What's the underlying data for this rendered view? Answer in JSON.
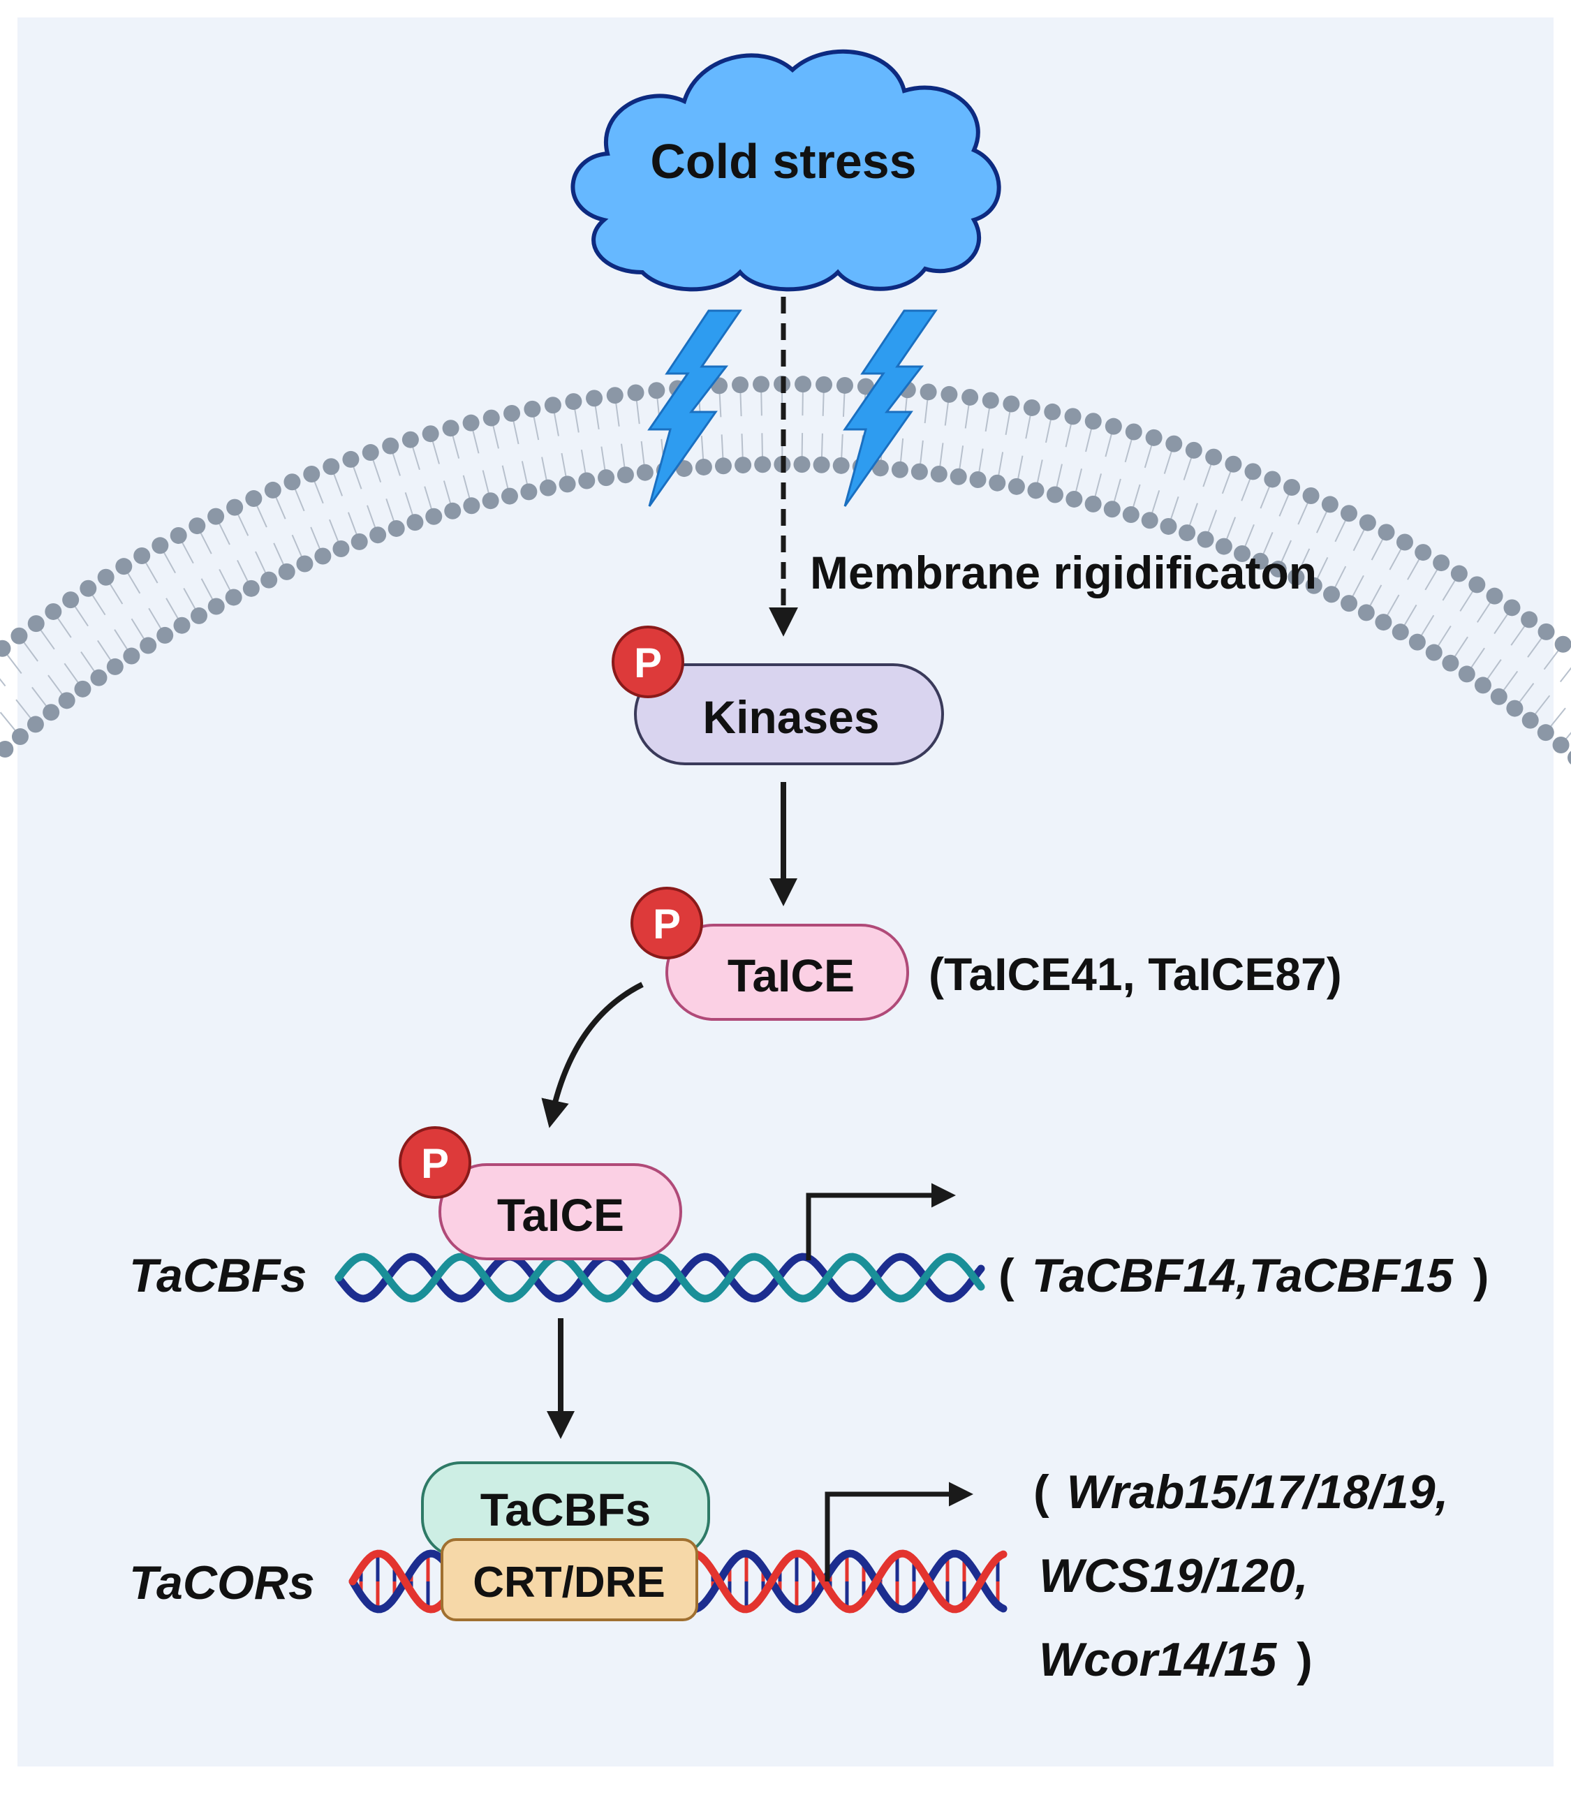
{
  "stimulus": {
    "label": "Cold stress"
  },
  "membrane": {
    "label": "Membrane rigidificaton"
  },
  "phospho": {
    "symbol": "P"
  },
  "kinase": {
    "label": "Kinases"
  },
  "ice1": {
    "label": "TaICE",
    "members": "(TaICE41, TaICE87)"
  },
  "ice2": {
    "label": "TaICE"
  },
  "cbf_gene": {
    "label": "TaCBFs",
    "members": {
      "open": "(",
      "genes": "TaCBF14,TaCBF15",
      "close": ")"
    }
  },
  "cbf_protein": {
    "label": "TaCBFs"
  },
  "cor_gene": {
    "label": "TaCORs",
    "element": "CRT/DRE",
    "members": {
      "open": "(",
      "line1": "Wrab15/17/18/19,",
      "line2": "WCS19/120,",
      "line3": "Wcor14/15",
      "close": ")"
    }
  },
  "colors": {
    "background": "#eef3fa",
    "cloud_fill": "#66b8ff",
    "cloud_stroke": "#0d2a80",
    "bolt": "#2e9cf0",
    "lipid_head": "#8b97a6",
    "kinase_fill": "#d9d4ef",
    "ice_fill": "#fbd0e4",
    "cbf_fill": "#cdeee4",
    "cre_fill": "#f6d8a8",
    "phospho": "#dd3a3a",
    "dna_navy": "#1c2d8f",
    "dna_teal": "#1a8f98",
    "dna_red": "#e3342f"
  }
}
